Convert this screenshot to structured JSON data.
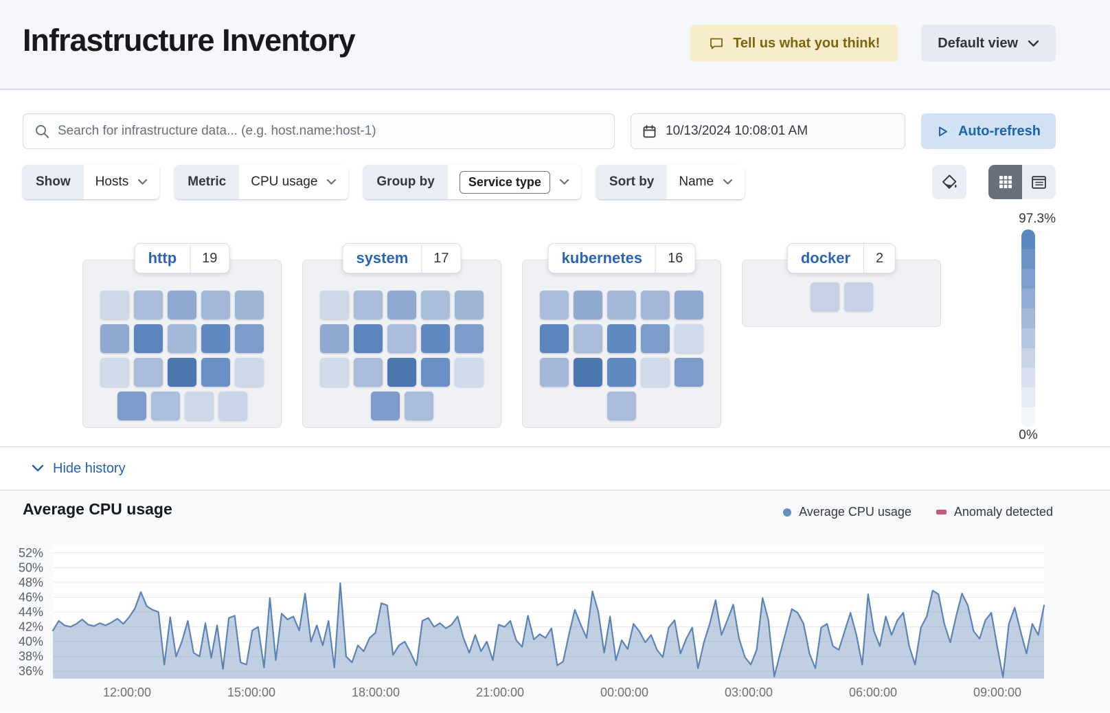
{
  "header": {
    "title": "Infrastructure Inventory",
    "feedback_label": "Tell us what you think!",
    "view_label": "Default view"
  },
  "toolbar": {
    "search_placeholder": "Search for infrastructure data... (e.g. host.name:host-1)",
    "date_value": "10/13/2024 10:08:01 AM",
    "auto_refresh_label": "Auto-refresh"
  },
  "filters": {
    "show": {
      "label": "Show",
      "value": "Hosts"
    },
    "metric": {
      "label": "Metric",
      "value": "CPU usage"
    },
    "group_by": {
      "label": "Group by",
      "value": "Service type"
    },
    "sort_by": {
      "label": "Sort by",
      "value": "Name"
    }
  },
  "legend_scale": {
    "max": "97.3%",
    "min": "0%",
    "steps": [
      "#5c86bf",
      "#6d92c6",
      "#7e9fcd",
      "#90acd4",
      "#a2b9db",
      "#b4c6e2",
      "#c6d3e9",
      "#d8e0f0",
      "#e6ecf5",
      "#f2f6fb"
    ]
  },
  "accent": {
    "link_blue": "#2c63b6",
    "refresh_blue": "#1c63b1",
    "feedback_gold": "#7c6413"
  },
  "groups": [
    {
      "name": "http",
      "count": "19",
      "rows": [
        [
          "#cdd9e9",
          "#a9bddb",
          "#8fa9d0",
          "#a3b8d8",
          "#9fb5d6"
        ],
        [
          "#8fa9d0",
          "#5d85bd",
          "#a3b8d8",
          "#6089c0",
          "#7d9cca"
        ],
        [
          "#cfdbea",
          "#a9bddb",
          "#4b76ae",
          "#6b90c4",
          "#cdd9e9"
        ],
        [
          "#7d9cca",
          "#abbedd",
          "#cdd9e9",
          "#c9d6e8"
        ]
      ]
    },
    {
      "name": "system",
      "count": "17",
      "rows": [
        [
          "#cdd9e9",
          "#a9bddb",
          "#8fa9d0",
          "#a9bddb",
          "#9fb5d6"
        ],
        [
          "#8fa9d0",
          "#5d85bd",
          "#a9bddb",
          "#6089c0",
          "#7d9cca"
        ],
        [
          "#cfdbea",
          "#a9bddb",
          "#4b76ae",
          "#6b90c4",
          "#cfdbea"
        ],
        [
          "#7d9cca",
          "#a9bddb"
        ]
      ]
    },
    {
      "name": "kubernetes",
      "count": "16",
      "rows": [
        [
          "#a9bddb",
          "#8fa9d0",
          "#a3b8d8",
          "#a3b8d8",
          "#8fa9d0"
        ],
        [
          "#5d85bd",
          "#a9bddb",
          "#6089c0",
          "#7d9cca",
          "#cfdbea"
        ],
        [
          "#a3b8d8",
          "#4b76ae",
          "#6089c0",
          "#cfdbea",
          "#7d9cca"
        ],
        [
          "#a9bddb"
        ]
      ]
    },
    {
      "name": "docker",
      "count": "2",
      "rows": [
        [
          "#c5d2e6",
          "#c5d2e6"
        ]
      ]
    }
  ],
  "history": {
    "toggle_label": "Hide history"
  },
  "chart_data": {
    "type": "area",
    "title": "Average CPU usage",
    "unit": "%",
    "legend": [
      {
        "label": "Average CPU usage",
        "color": "#6092c0",
        "marker": "dot"
      },
      {
        "label": "Anomaly detected",
        "color": "#c4587f",
        "marker": "bar"
      }
    ],
    "ylim": [
      35,
      53
    ],
    "y_ticks": [
      36,
      38,
      40,
      42,
      44,
      46,
      48,
      50,
      52
    ],
    "x_ticks": [
      "12:00:00",
      "15:00:00",
      "18:00:00",
      "21:00:00",
      "00:00:00",
      "03:00:00",
      "06:00:00",
      "09:00:00"
    ],
    "line_color": "#5b84b5",
    "fill_color": "rgba(105,140,187,0.42)",
    "values": [
      41.5,
      42.8,
      42.2,
      42.0,
      42.4,
      43.0,
      42.3,
      42.1,
      42.5,
      42.2,
      42.6,
      43.1,
      42.4,
      43.3,
      44.5,
      46.7,
      44.8,
      44.3,
      44.0,
      36.9,
      43.3,
      38.0,
      40.0,
      42.8,
      38.5,
      38.0,
      42.5,
      37.8,
      42.2,
      36.3,
      43.2,
      43.5,
      37.2,
      36.9,
      41.5,
      42.0,
      36.5,
      45.9,
      37.5,
      43.8,
      43.0,
      43.4,
      41.5,
      46.5,
      40.0,
      42.2,
      39.5,
      42.8,
      36.5,
      47.9,
      38.0,
      37.2,
      39.5,
      38.7,
      40.5,
      41.2,
      45.2,
      44.9,
      38.2,
      39.5,
      40.0,
      38.5,
      36.8,
      42.8,
      43.2,
      42.0,
      42.5,
      41.8,
      42.3,
      43.4,
      40.5,
      38.5,
      40.9,
      38.7,
      40.0,
      37.5,
      42.3,
      42.0,
      42.8,
      40.2,
      39.3,
      43.5,
      40.3,
      41.0,
      40.5,
      41.8,
      36.8,
      37.3,
      41.0,
      44.3,
      42.3,
      40.5,
      46.8,
      44.0,
      38.5,
      43.4,
      37.5,
      40.2,
      39.0,
      42.4,
      41.4,
      39.9,
      40.9,
      38.9,
      37.9,
      41.9,
      42.9,
      38.4,
      40.4,
      41.9,
      36.4,
      39.9,
      42.4,
      45.6,
      40.9,
      42.9,
      45.0,
      40.4,
      37.9,
      36.9,
      38.9,
      45.9,
      42.9,
      35.3,
      38.4,
      41.4,
      44.4,
      43.9,
      42.4,
      38.4,
      36.4,
      41.9,
      42.4,
      39.4,
      38.9,
      41.4,
      43.9,
      40.9,
      36.9,
      46.4,
      41.4,
      39.4,
      43.4,
      40.9,
      42.9,
      43.9,
      39.4,
      36.9,
      41.9,
      43.4,
      46.9,
      46.4,
      42.4,
      39.9,
      43.4,
      46.5,
      44.9,
      41.4,
      40.4,
      42.9,
      43.9,
      39.4,
      35.2,
      42.4,
      44.6,
      41.4,
      38.4,
      42.4,
      40.9,
      44.9
    ]
  }
}
